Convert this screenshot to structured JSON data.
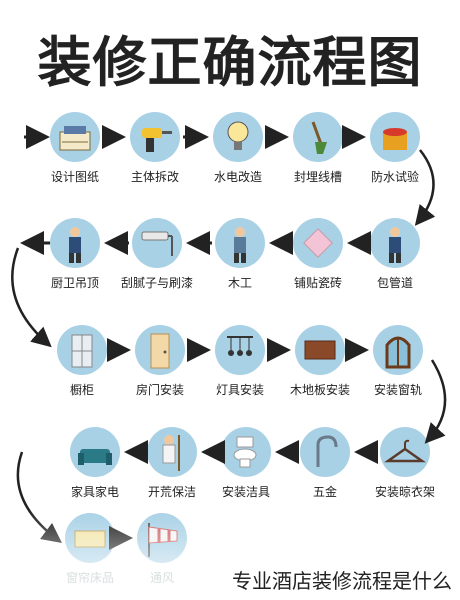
{
  "title": "装修正确流程图",
  "caption": "专业酒店装修流程是什么",
  "colors": {
    "node_fill": "#a8d1e6",
    "arrow": "#222222"
  },
  "steps": [
    {
      "label": "设计图纸",
      "icon": "blueprint-icon"
    },
    {
      "label": "主体拆改",
      "icon": "drill-icon"
    },
    {
      "label": "水电改造",
      "icon": "lightbulb-icon"
    },
    {
      "label": "封埋线槽",
      "icon": "shovel-icon"
    },
    {
      "label": "防水试验",
      "icon": "paint-bucket-icon"
    },
    {
      "label": "包管道",
      "icon": "worker-icon"
    },
    {
      "label": "铺贴瓷砖",
      "icon": "tile-icon"
    },
    {
      "label": "木工",
      "icon": "carpenter-icon"
    },
    {
      "label": "刮腻子与刷漆",
      "icon": "paint-roller-icon"
    },
    {
      "label": "厨卫吊顶",
      "icon": "ceiling-worker-icon"
    },
    {
      "label": "橱柜",
      "icon": "cabinet-icon"
    },
    {
      "label": "房门安装",
      "icon": "door-icon"
    },
    {
      "label": "灯具安装",
      "icon": "pendant-lamp-icon"
    },
    {
      "label": "木地板安装",
      "icon": "wood-floor-icon"
    },
    {
      "label": "安装窗轨",
      "icon": "window-icon"
    },
    {
      "label": "安装晾衣架",
      "icon": "hanger-icon"
    },
    {
      "label": "五金",
      "icon": "faucet-icon"
    },
    {
      "label": "安装洁具",
      "icon": "toilet-icon"
    },
    {
      "label": "开荒保洁",
      "icon": "cleaner-icon"
    },
    {
      "label": "家具家电",
      "icon": "sofa-icon"
    },
    {
      "label": "窗帘床品",
      "icon": "bedding-icon"
    },
    {
      "label": "通风",
      "icon": "windsock-icon"
    }
  ]
}
